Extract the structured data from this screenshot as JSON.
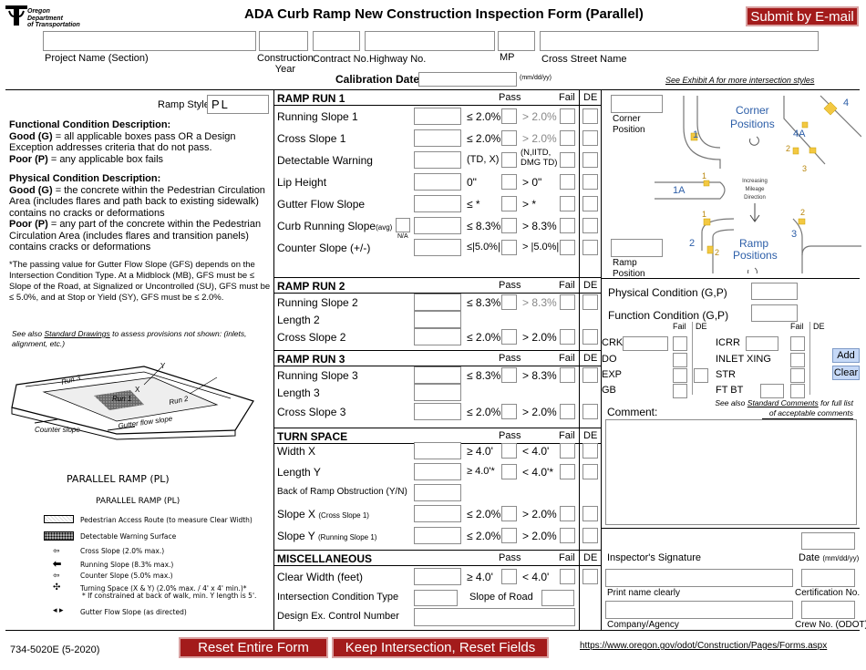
{
  "header": {
    "org_line1": "Oregon",
    "org_line2": "Department",
    "org_line3": "of Transportation",
    "title": "ADA Curb Ramp New Construction Inspection Form (Parallel)",
    "submit_label": "Submit by E-mail"
  },
  "top_fields": {
    "project_name": "Project Name (Section)",
    "construction_year_1": "Construction",
    "construction_year_2": "Year",
    "contract_no": "Contract No.",
    "highway_no": "Highway No.",
    "mp": "MP",
    "cross_street": "Cross Street Name",
    "calibration_date": "Calibration Date",
    "date_format": "(mm/dd/yy)",
    "exhibit_note": "See Exhibit A for more intersection styles"
  },
  "left": {
    "ramp_style_label": "Ramp Style",
    "ramp_style_value": "PL",
    "functional_title": "Functional Condition Description:",
    "functional_good_key": "Good (G)",
    "functional_good_text": " = all applicable boxes pass OR a Design Exception addresses criteria that do not pass.",
    "functional_poor_key": "Poor (P)",
    "functional_poor_text": " = any applicable box fails",
    "physical_title": "Physical Condition Description:",
    "physical_good_key": "Good (G)",
    "physical_good_text": " = the concrete within the Pedestrian Circulation Area (includes flares and path back to existing sidewalk) contains no cracks or deformations",
    "physical_poor_key": "Poor (P)",
    "physical_poor_text": " = any part of the concrete within the Pedestrian Circulation Area (includes flares and transition panels) contains cracks or deformations",
    "gfs_note": "*The passing value for Gutter Flow Slope (GFS) depends on the Intersection Condition Type. At a Midblock (MB), GFS must be ≤ Slope of the Road, at Signalized or Uncontrolled (SU), GFS must be ≤ 5.0%, and at Stop or Yield (SY), GFS must be ≤ 2.0%.",
    "see_also_1": "See also ",
    "see_also_link": "Standard Drawings",
    "see_also_2": " to assess provisions not shown: (inlets, alignment, etc.)",
    "diagram_run3": "Run 3",
    "diagram_run1": "Run 1",
    "diagram_run2": "Run 2",
    "diagram_counter": "Counter slope",
    "diagram_gutter": "Gutter flow slope",
    "diagram_y": "Y",
    "diagram_x": "X",
    "parallel_caption": "PARALLEL RAMP (PL)",
    "legend_title": "PARALLEL RAMP (PL)",
    "legend": [
      "Pedestrian Access Route (to measure Clear Width)",
      "Detectable Warning Surface",
      "Cross Slope (2.0% max.)",
      "Running Slope (8.3% max.)",
      "Counter Slope (5.0% max.)",
      "Turning Space (X & Y) (2.0% max. / 4' x 4' min.)*",
      "* If constrained at back of walk, min. Y length is 5'.",
      "Gutter Flow Slope (as directed)"
    ]
  },
  "columns": {
    "pass": "Pass",
    "fail": "Fail",
    "de": "DE"
  },
  "ramp_run_1": {
    "title": "RAMP RUN 1",
    "rows": [
      {
        "label": "Running Slope 1",
        "crit": "≤ 2.0%",
        "fail_crit": "> 2.0%"
      },
      {
        "label": "Cross Slope 1",
        "crit": "≤ 2.0%",
        "fail_crit": "> 2.0%"
      },
      {
        "label": "Detectable Warning",
        "crit": "(TD, X)",
        "fail_crit": "(N,IITD, DMG TD)"
      },
      {
        "label": "Lip Height",
        "crit": "0\"",
        "fail_crit": "> 0\""
      },
      {
        "label": "Gutter Flow Slope",
        "crit": "≤ *",
        "fail_crit": "> *"
      },
      {
        "label": "Curb Running Slope",
        "label_small": "(avg)",
        "na": "N/A",
        "crit": "≤ 8.3%",
        "fail_crit": "> 8.3%"
      },
      {
        "label": "Counter Slope (+/-)",
        "crit": "≤|5.0%|",
        "fail_crit": "> |5.0%|"
      }
    ]
  },
  "ramp_run_2": {
    "title": "RAMP RUN 2",
    "rows": [
      {
        "label": "Running Slope 2",
        "crit": "≤ 8.3%",
        "fail_crit": "> 8.3%"
      },
      {
        "label": "Length 2"
      },
      {
        "label": "Cross Slope 2",
        "crit": "≤ 2.0%",
        "fail_crit": "> 2.0%"
      }
    ]
  },
  "ramp_run_3": {
    "title": "RAMP RUN 3",
    "rows": [
      {
        "label": "Running Slope 3",
        "crit": "≤ 8.3%",
        "fail_crit": "> 8.3%"
      },
      {
        "label": "Length 3"
      },
      {
        "label": "Cross Slope 3",
        "crit": "≤ 2.0%",
        "fail_crit": "> 2.0%"
      }
    ]
  },
  "turn_space": {
    "title": "TURN SPACE",
    "rows": [
      {
        "label": "Width X",
        "crit": "≥ 4.0'",
        "fail_crit": "< 4.0'"
      },
      {
        "label": "Length Y",
        "crit": "≥ 4.0'*",
        "fail_crit": "< 4.0'*"
      },
      {
        "label": "Back of Ramp Obstruction (Y/N)"
      },
      {
        "label": "Slope X",
        "label_small": "(Cross Slope 1)",
        "crit": "≤ 2.0%",
        "fail_crit": "> 2.0%"
      },
      {
        "label": "Slope Y",
        "label_small": "(Running Slope 1)",
        "crit": "≤ 2.0%",
        "fail_crit": "> 2.0%"
      }
    ]
  },
  "misc": {
    "title": "MISCELLANEOUS",
    "rows": [
      {
        "label": "Clear Width (feet)",
        "crit": "≥ 4.0'",
        "fail_crit": "< 4.0'"
      },
      {
        "label": "Intersection Condition Type",
        "slope_of_road": "Slope of Road"
      },
      {
        "label": "Design Ex. Control Number"
      }
    ]
  },
  "right": {
    "corner_position": "Corner Position",
    "ramp_position": "Ramp Position",
    "corner_positions_title_1": "Corner",
    "corner_positions_title_2": "Positions",
    "ramp_positions_title_1": "Ramp",
    "ramp_positions_title_2": "Positions",
    "increasing_1": "Increasing",
    "increasing_2": "Mileage",
    "increasing_3": "Direction",
    "n1": "1",
    "n2": "2",
    "n3": "3",
    "n4": "4",
    "n1a": "1A",
    "n4a": "4A",
    "physical_condition": "Physical Condition (G,P)",
    "function_condition": "Function Condition (G,P)",
    "codes_left": [
      "CRK",
      "DO",
      "EXP",
      "GB"
    ],
    "codes_right": [
      "ICRR",
      "INLET XING",
      "STR",
      "FT BT"
    ],
    "add_label": "Add",
    "clear_label": "Clear",
    "comments_note_1": "See also ",
    "comments_note_link": "Standard Comments",
    "comments_note_2": " for full list of acceptable comments",
    "comment_label": "Comment:",
    "inspector_signature": "Inspector's Signature",
    "date_label": "Date",
    "date_fmt": "(mm/dd/yy)",
    "print_name": "Print name clearly",
    "certification_no": "Certification No.",
    "company": "Company/Agency",
    "crew_no": "Crew No. (ODOT)"
  },
  "footer": {
    "form_no": "734-5020E (5-2020)",
    "reset_label": "Reset Entire Form",
    "keep_label": "Keep Intersection, Reset Fields",
    "url": "https://www.oregon.gov/odot/Construction/Pages/Forms.aspx"
  }
}
